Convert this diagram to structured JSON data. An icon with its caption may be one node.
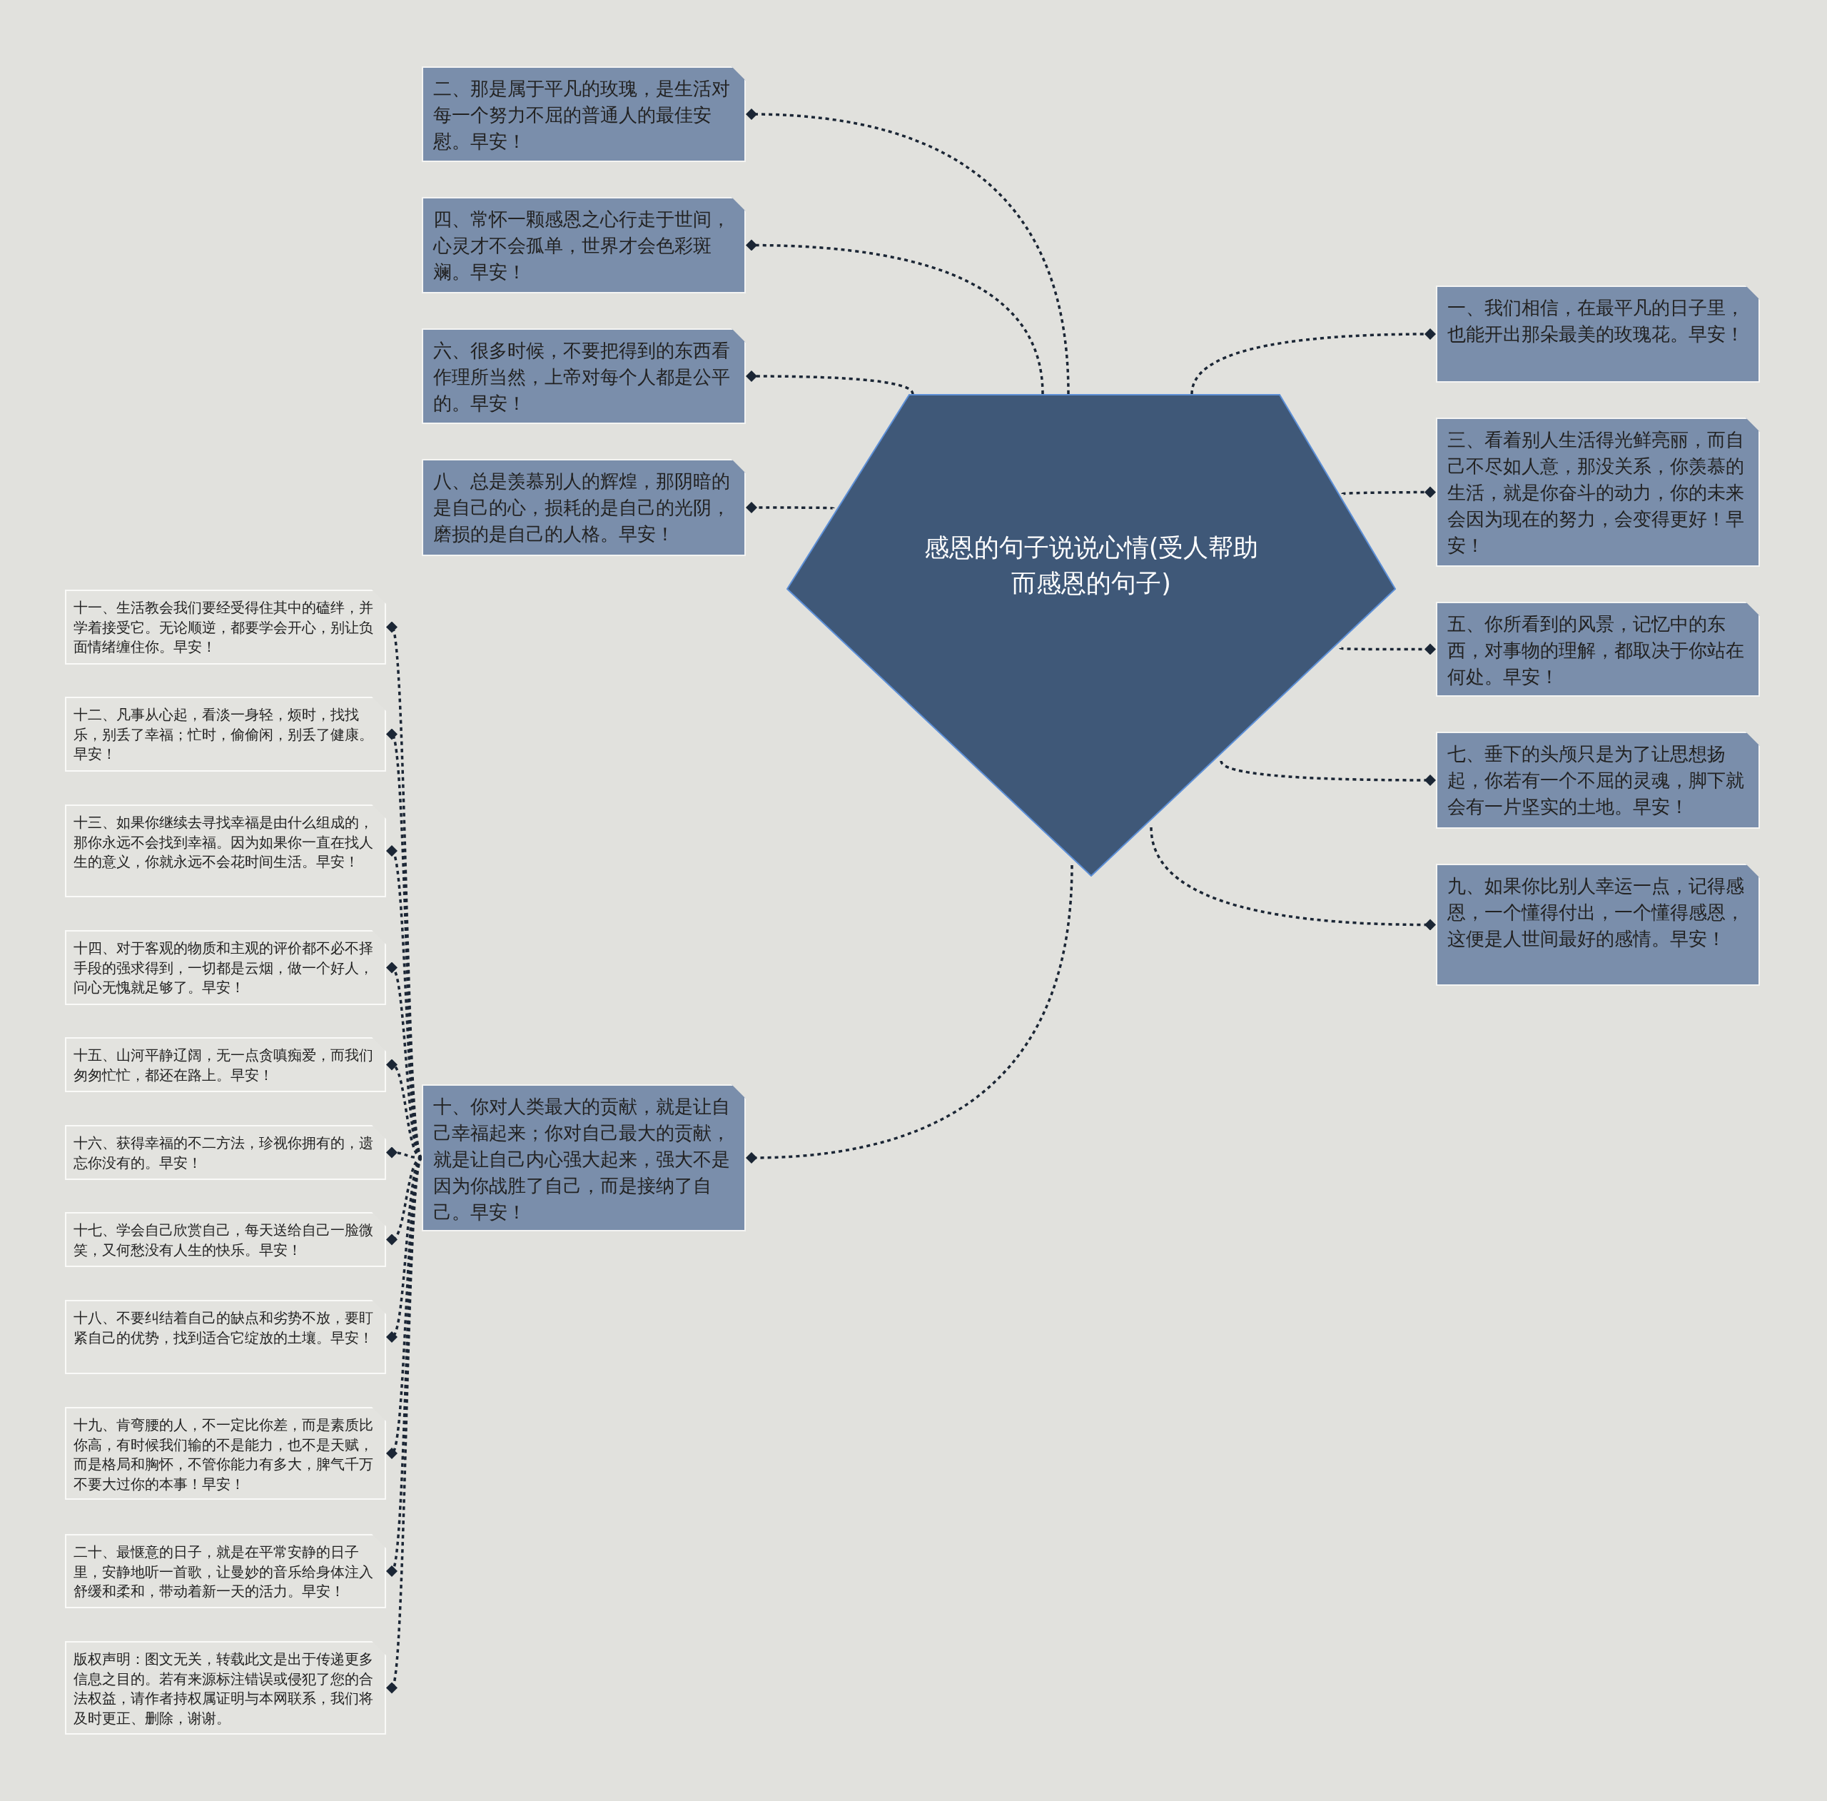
{
  "diagram": {
    "nodes": [
      {
        "text": [
          "感恩的句子说说心情(受人帮助而感恩的句子)"
        ]
      },
      {
        "text": [
          "二、那是属于平凡的玫瑰，是生活对每一个努力不屈的普通人的最佳安慰。早安！"
        ]
      },
      {
        "text": [
          "四、常怀一颗感恩之心行走于世间，心灵才不会孤单，世界才会色彩斑斓。早安！"
        ]
      },
      {
        "text": [
          "六、很多时候，不要把得到的东西看作理所当然，上帝对每个人都是公平的。早安！"
        ]
      },
      {
        "text": [
          "八、总是羡慕别人的辉煌，那阴暗的是自己的心，损耗的是自己的光阴，磨损的是自己的人格。早安！"
        ]
      },
      {
        "text": [
          "一、我们相信，在最平凡的日子里，也能开出那朵最美的玫瑰花。早安！"
        ]
      },
      {
        "text": [
          "三、看着别人生活得光鲜亮丽，而自己不尽如人意，那没关系，你羡慕的生活，就是你奋斗的动力，你的未来会因为现在的努力，会变得更好！早安！"
        ]
      },
      {
        "text": [
          "五、你所看到的风景，记忆中的东西，对事物的理解，都取决于你站在何处。早安！"
        ]
      },
      {
        "text": [
          "七、垂下的头颅只是为了让思想扬起，你若有一个不屈的灵魂，脚下就会有一片坚实的土地。早安！"
        ]
      },
      {
        "text": [
          "九、如果你比别人幸运一点，记得感恩，一个懂得付出，一个懂得感恩，这便是人世间最好的感情。早安！"
        ]
      },
      {
        "text": [
          "十、你对人类最大的贡献，就是让自己幸福起来；你对自己最大的贡献，就是让自己内心强大起来，强大不是因为你战胜了自己，而是接纳了自己。早安！"
        ]
      },
      {
        "text": [
          "十一、生活教会我们要经受得住其中的磕绊，并学着接受它。无论顺逆，都要学会开心，别让负面情绪缠住你。早安！"
        ]
      },
      {
        "text": [
          "十二、凡事从心起，看淡一身轻，烦时，找找乐，别丢了幸福；忙时，偷偷闲，别丢了健康。早安！"
        ]
      },
      {
        "text": [
          "十三、如果你继续去寻找幸福是由什么组成的，那你永远不会找到幸福。因为如果你一直在找人生的意义，你就永远不会花时间生活。早安！"
        ]
      },
      {
        "text": [
          "十四、对于客观的物质和主观的评价都不必不择手段的强求得到，一切都是云烟，做一个好人，问心无愧就足够了。早安！"
        ]
      },
      {
        "text": [
          "十五、山河平静辽阔，无一点贪嗔痴爱，而我们匆匆忙忙，都还在路上。早安！"
        ]
      },
      {
        "text": [
          "十六、获得幸福的不二方法，珍视你拥有的，遗忘你没有的。早安！"
        ]
      },
      {
        "text": [
          "十七、学会自己欣赏自己，每天送给自己一脸微笑，又何愁没有人生的快乐。早安！"
        ]
      },
      {
        "text": [
          "十八、不要纠结着自己的缺点和劣势不放，要盯紧自己的优势，找到适合它绽放的土壤。早安！"
        ]
      },
      {
        "text": [
          "十九、肯弯腰的人，不一定比你差，而是素质比你高，有时候我们输的不是能力，也不是天赋，而是格局和胸怀，不管你能力有多大，脾气千万不要大过你的本事！早安！"
        ]
      },
      {
        "text": [
          "二十、最惬意的日子，就是在平常安静的日子里，安静地听一首歌，让曼妙的音乐给身体注入舒缓和柔和，带动着新一天的活力。早安！"
        ]
      },
      {
        "text": [
          "版权声明：图文无关，转载此文是出于传递更多信息之目的。若有来源标注错误或侵犯了您的合法权益，请作者持权属证明与本网联系，我们将及时更正、删除，谢谢。"
        ]
      }
    ],
    "edges": [
      {
        "from": 0,
        "to": 1,
        "arrow": "other",
        "style": "dashed"
      },
      {
        "from": 0,
        "to": 2,
        "arrow": "other",
        "style": "dashed"
      },
      {
        "from": 0,
        "to": 3,
        "arrow": "other",
        "style": "dashed"
      },
      {
        "from": 0,
        "to": 4,
        "arrow": "other",
        "style": "dashed"
      },
      {
        "from": 0,
        "to": 5,
        "arrow": "other",
        "style": "dashed"
      },
      {
        "from": 0,
        "to": 6,
        "arrow": "other",
        "style": "dashed"
      },
      {
        "from": 0,
        "to": 7,
        "arrow": "other",
        "style": "dashed"
      },
      {
        "from": 0,
        "to": 8,
        "arrow": "other",
        "style": "dashed"
      },
      {
        "from": 0,
        "to": 9,
        "arrow": "other",
        "style": "dashed"
      },
      {
        "from": 0,
        "to": 10,
        "arrow": "other",
        "style": "dashed"
      },
      {
        "from": 10,
        "to": 11,
        "arrow": "other",
        "style": "dashed"
      },
      {
        "from": 10,
        "to": 12,
        "arrow": "other",
        "style": "dashed"
      },
      {
        "from": 10,
        "to": 13,
        "arrow": "other",
        "style": "dashed"
      },
      {
        "from": 10,
        "to": 14,
        "arrow": "other",
        "style": "dashed"
      },
      {
        "from": 10,
        "to": 15,
        "arrow": "other",
        "style": "dashed"
      },
      {
        "from": 10,
        "to": 16,
        "arrow": "other",
        "style": "dashed"
      },
      {
        "from": 10,
        "to": 17,
        "arrow": "other",
        "style": "dashed"
      },
      {
        "from": 10,
        "to": 18,
        "arrow": "other",
        "style": "dashed"
      },
      {
        "from": 10,
        "to": 19,
        "arrow": "other",
        "style": "dashed"
      },
      {
        "from": 10,
        "to": 20,
        "arrow": "other",
        "style": "dashed"
      },
      {
        "from": 10,
        "to": 21,
        "arrow": "other",
        "style": "dashed"
      }
    ]
  }
}
